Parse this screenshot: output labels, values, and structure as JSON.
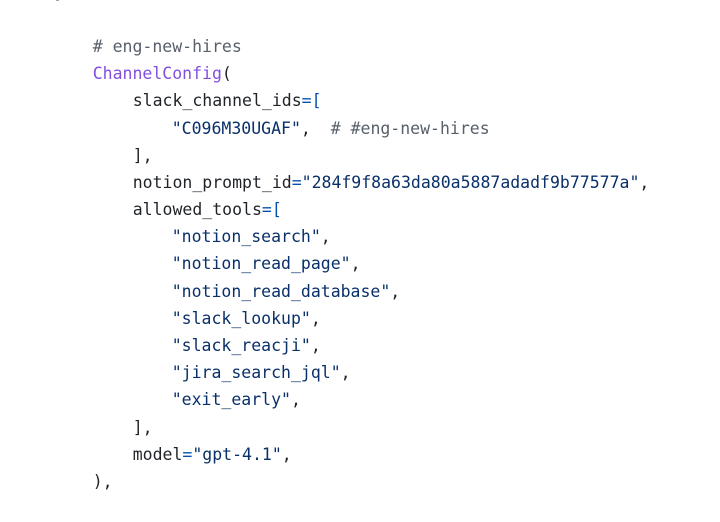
{
  "code": {
    "comment_top": "# eng-new-hires",
    "class_name": "ChannelConfig",
    "open_paren": "(",
    "slack_key": "slack_channel_ids",
    "equals_bracket": "=[",
    "channel_id": "\"C096M30UGAF\"",
    "comma": ",",
    "inline_comment": "# #eng-new-hires",
    "close_bracket_comma": "],",
    "notion_key": "notion_prompt_id",
    "equals": "=",
    "notion_value": "\"284f9f8a63da80a5887adadf9b77577a\"",
    "tools_key": "allowed_tools",
    "tools": [
      "\"notion_search\"",
      "\"notion_read_page\"",
      "\"notion_read_database\"",
      "\"slack_lookup\"",
      "\"slack_reacji\"",
      "\"jira_search_jql\"",
      "\"exit_early\""
    ],
    "model_key": "model",
    "model_value": "\"gpt-4.1\"",
    "close_call": "),"
  }
}
